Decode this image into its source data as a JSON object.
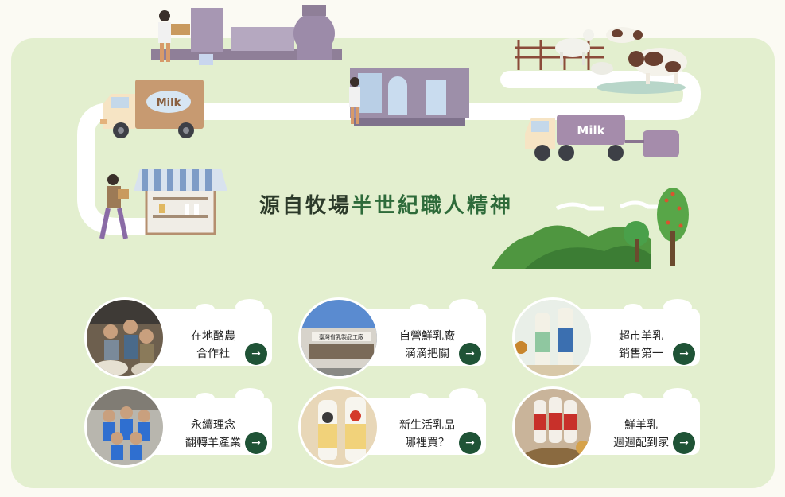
{
  "headline": {
    "part1": "源自牧場",
    "part2": "半世紀職人精神"
  },
  "truck_labels": {
    "box_truck": "Milk",
    "tanker": "Milk"
  },
  "factory_sign": "臺灣省乳製品工廠",
  "cards": [
    {
      "line1": "在地酪農",
      "line2": "合作社",
      "arrow": "→"
    },
    {
      "line1": "自營鮮乳廠",
      "line2": "滴滴把關",
      "arrow": "→"
    },
    {
      "line1": "超市羊乳",
      "line2": "銷售第一",
      "arrow": "→"
    },
    {
      "line1": "永續理念",
      "line2": "翻轉羊產業",
      "arrow": "→"
    },
    {
      "line1": "新生活乳品",
      "line2": "哪裡買？",
      "arrow": "→"
    },
    {
      "line1": "鮮羊乳",
      "line2": "週週配到家",
      "arrow": "→"
    }
  ],
  "colors": {
    "panel": "#e3efcf",
    "accent": "#1f5336",
    "headline_green": "#2e6b3a",
    "road": "#ffffff"
  }
}
